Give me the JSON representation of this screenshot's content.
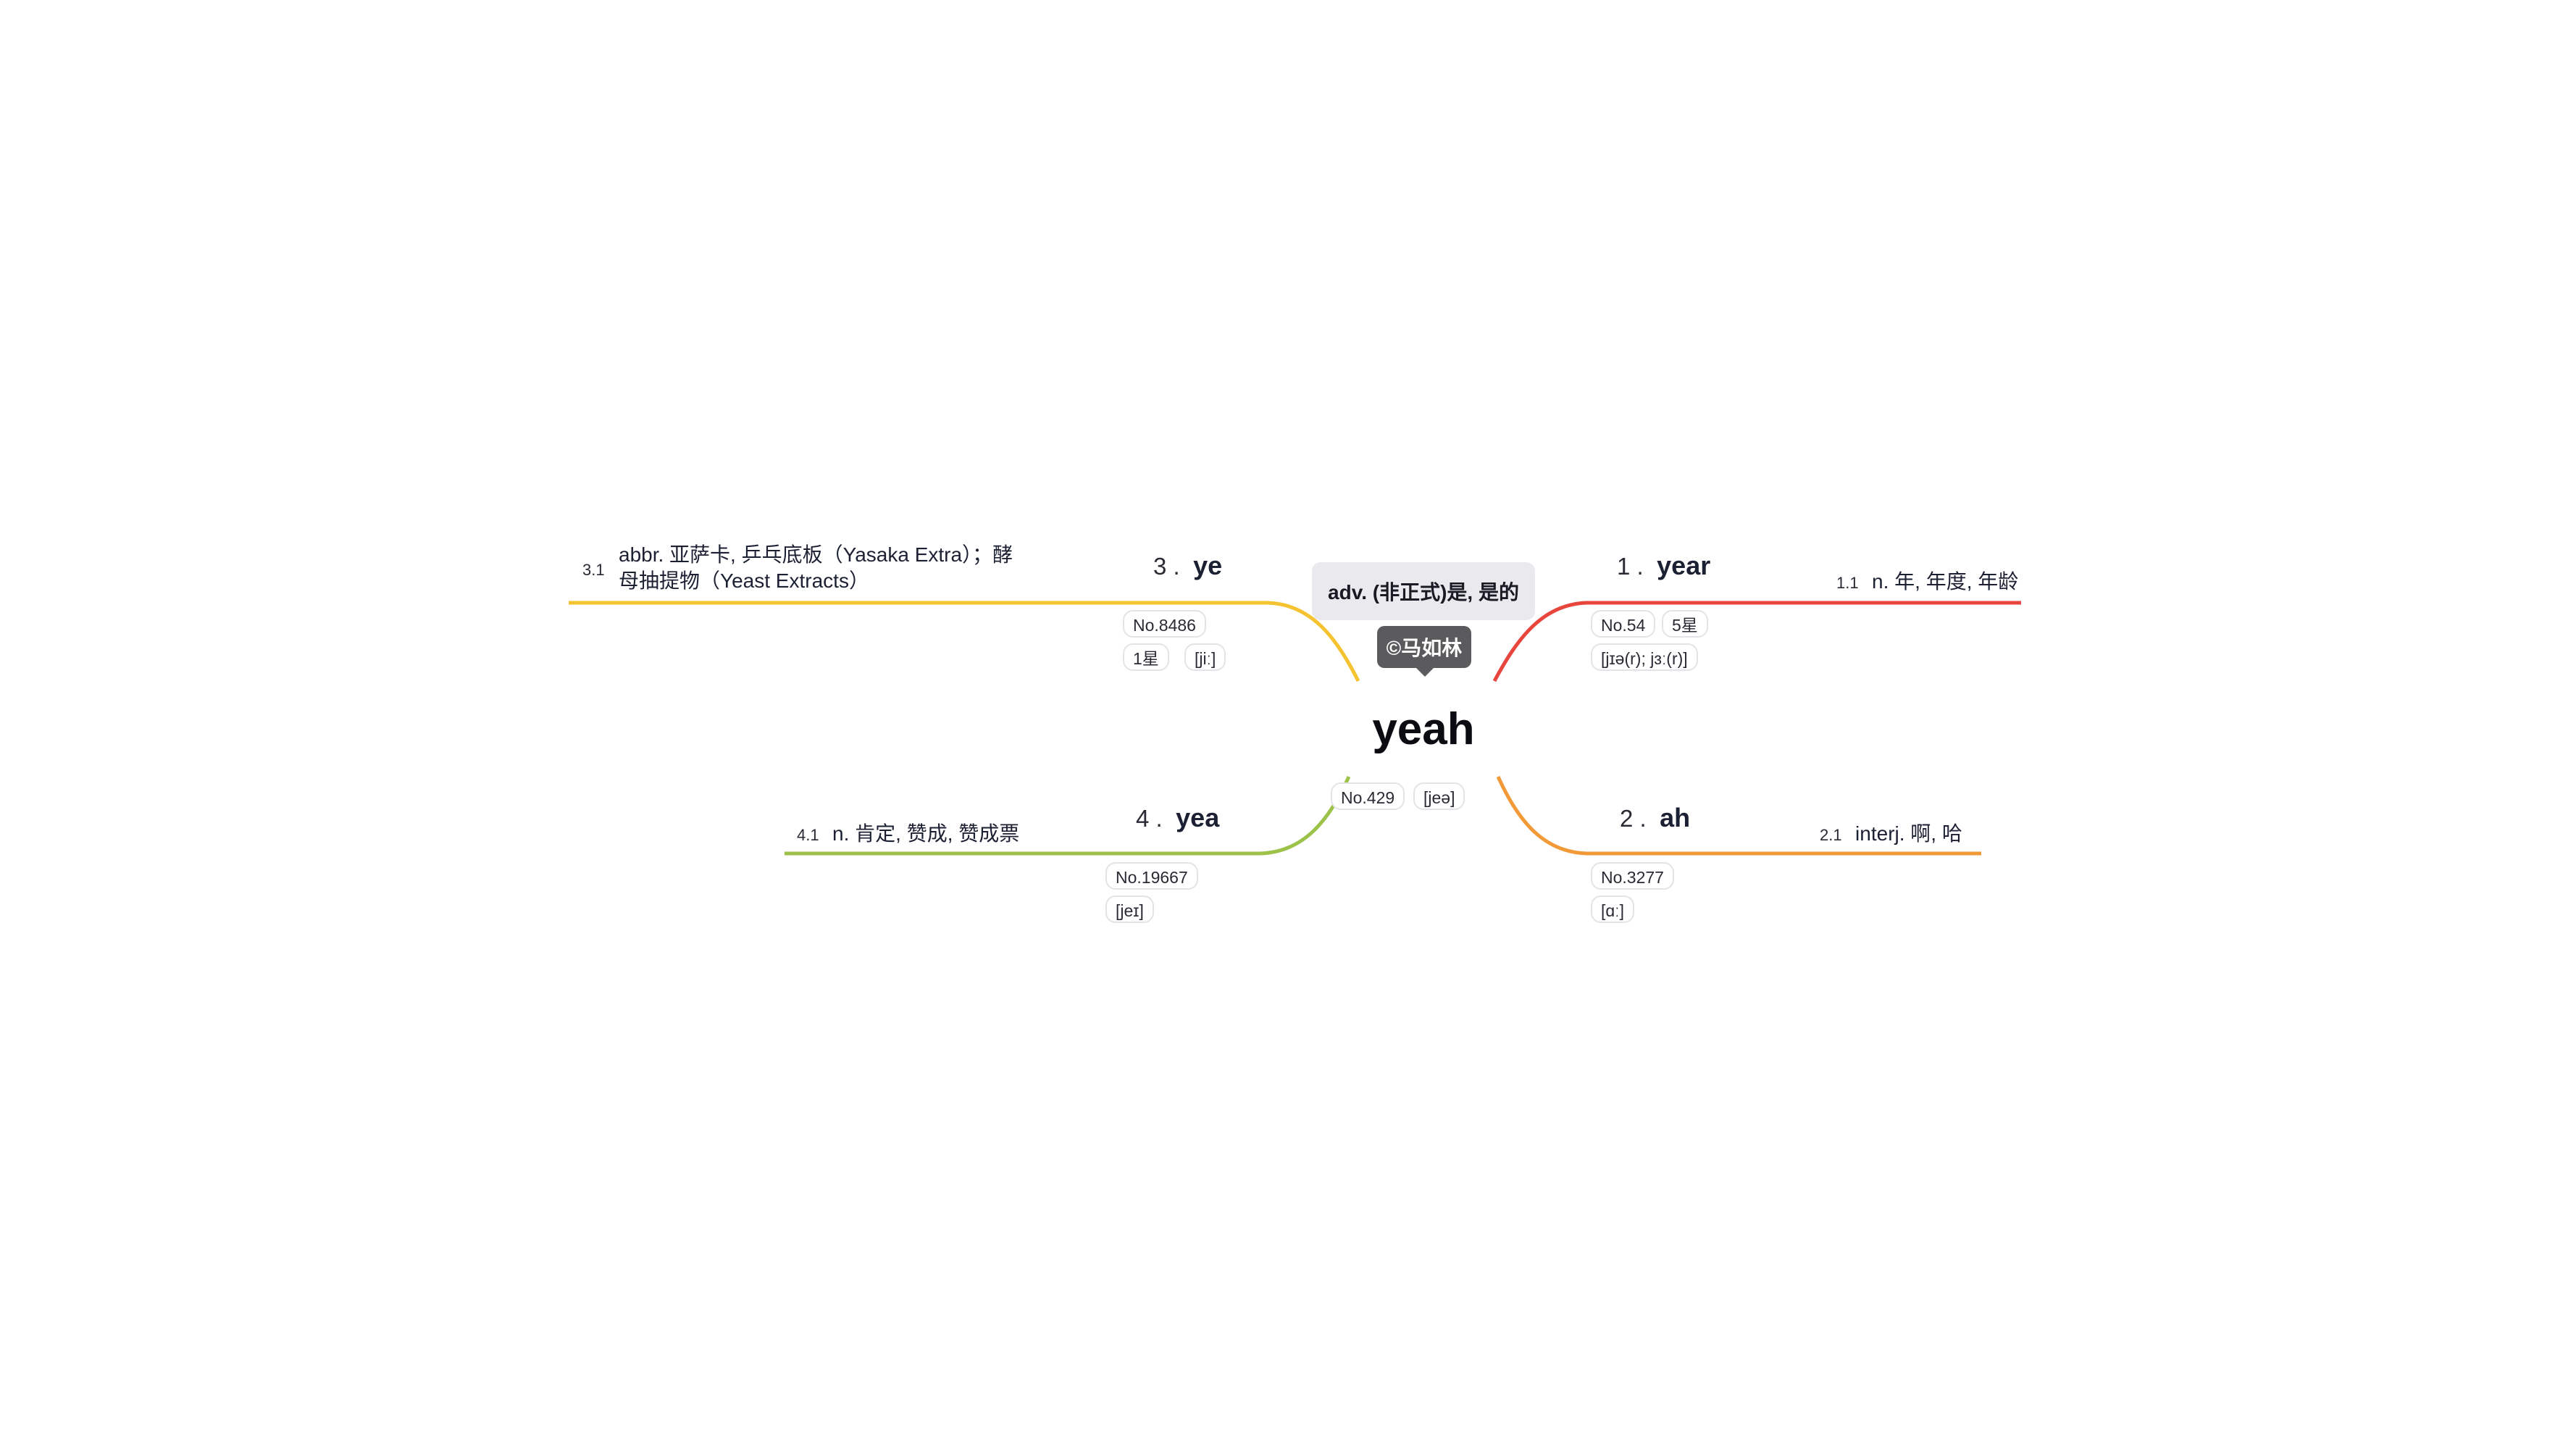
{
  "center": {
    "word": "yeah",
    "definition": "adv. (非正式)是, 是的",
    "credit": "©马如林",
    "rank": "No.429",
    "phonetic": "[jeə]"
  },
  "branches": {
    "b1": {
      "num": "1 .",
      "word": "year",
      "rank": "No.54",
      "stars": "5星",
      "phonetic": "[jɪə(r); jɜː(r)]",
      "leaf_num": "1.1",
      "leaf_text": "n. 年, 年度, 年龄",
      "color": "#e8453c"
    },
    "b2": {
      "num": "2 .",
      "word": "ah",
      "rank": "No.3277",
      "phonetic": "[ɑː]",
      "leaf_num": "2.1",
      "leaf_text": "interj. 啊, 哈",
      "color": "#f29a38"
    },
    "b3": {
      "num": "3 .",
      "word": "ye",
      "rank": "No.8486",
      "stars": "1星",
      "phonetic": "[jiː]",
      "leaf_num": "3.1",
      "leaf_text_line1": "abbr. 亚萨卡, 乒乓底板（Yasaka Extra）；酵",
      "leaf_text_line2": "母抽提物（Yeast Extracts）",
      "color": "#f5c330"
    },
    "b4": {
      "num": "4 .",
      "word": "yea",
      "rank": "No.19667",
      "phonetic": "[jeɪ]",
      "leaf_num": "4.1",
      "leaf_text": "n. 肯定, 赞成, 赞成票",
      "color": "#9dc24a"
    }
  }
}
